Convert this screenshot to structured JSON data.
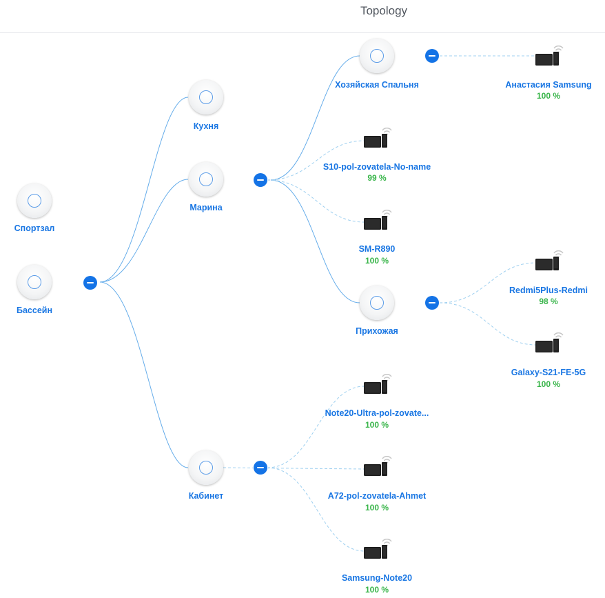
{
  "header": {
    "title": "Topology"
  },
  "aps": [
    {
      "id": "ap-sportzal",
      "label": "Спортзал"
    },
    {
      "id": "ap-bassein",
      "label": "Бассейн"
    },
    {
      "id": "ap-kuhnya",
      "label": "Кухня"
    },
    {
      "id": "ap-marina",
      "label": "Марина"
    },
    {
      "id": "ap-kabinet",
      "label": "Кабинет"
    },
    {
      "id": "ap-hozyaiskaya",
      "label": "Хозяйская Спальня"
    },
    {
      "id": "ap-prihozhaya",
      "label": "Прихожая"
    }
  ],
  "clients": [
    {
      "id": "client-anastasia",
      "label": "Анастасия Samsung",
      "signal": "100 %"
    },
    {
      "id": "client-s10",
      "label": "S10-pol-zovatela-No-name",
      "signal": "99 %"
    },
    {
      "id": "client-smr890",
      "label": "SM-R890",
      "signal": "100 %"
    },
    {
      "id": "client-redmi",
      "label": "Redmi5Plus-Redmi",
      "signal": "98 %"
    },
    {
      "id": "client-galaxy",
      "label": "Galaxy-S21-FE-5G",
      "signal": "100 %"
    },
    {
      "id": "client-note20ultra",
      "label": "Note20-Ultra-pol-zovate...",
      "signal": "100 %"
    },
    {
      "id": "client-a72",
      "label": "A72-pol-zovatela-Ahmet",
      "signal": "100 %"
    },
    {
      "id": "client-note20",
      "label": "Samsung-Note20",
      "signal": "100 %"
    }
  ],
  "colors": {
    "link": "#66adea",
    "wireless": "#9fd0f0",
    "accent": "#1473e6",
    "label": "#1976e3",
    "signal_good": "#39b54a"
  }
}
